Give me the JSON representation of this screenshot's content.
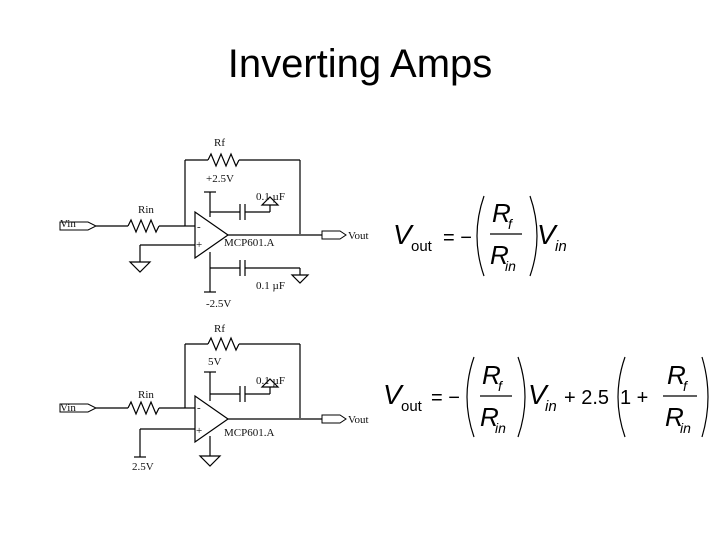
{
  "slide": {
    "title": "Inverting Amps"
  },
  "circuit1": {
    "rf": "Rf",
    "rin": "Rin",
    "vin": "Vin",
    "vout": "Vout",
    "vpos": "+2.5V",
    "vneg": "-2.5V",
    "cap_top": "0.1 µF",
    "cap_bot": "0.1 µF",
    "opamp": "MCP601.A",
    "minus": "-",
    "plus": "+"
  },
  "circuit2": {
    "rf": "Rf",
    "rin": "Rin",
    "vin": "Vin",
    "vout": "Vout",
    "vpos": "5V",
    "ref": "2.5V",
    "cap_top": "0.1 µF",
    "opamp": "MCP601.A",
    "minus": "-",
    "plus": "+"
  },
  "eq1": {
    "V": "V",
    "out": "out",
    "eq": "= −",
    "R": "R",
    "f": "f",
    "in": "in"
  },
  "eq2": {
    "V": "V",
    "out": "out",
    "eq": "= −",
    "R": "R",
    "f": "f",
    "in": "in",
    "plus_const": "+ 2.5",
    "one": "1 +"
  }
}
